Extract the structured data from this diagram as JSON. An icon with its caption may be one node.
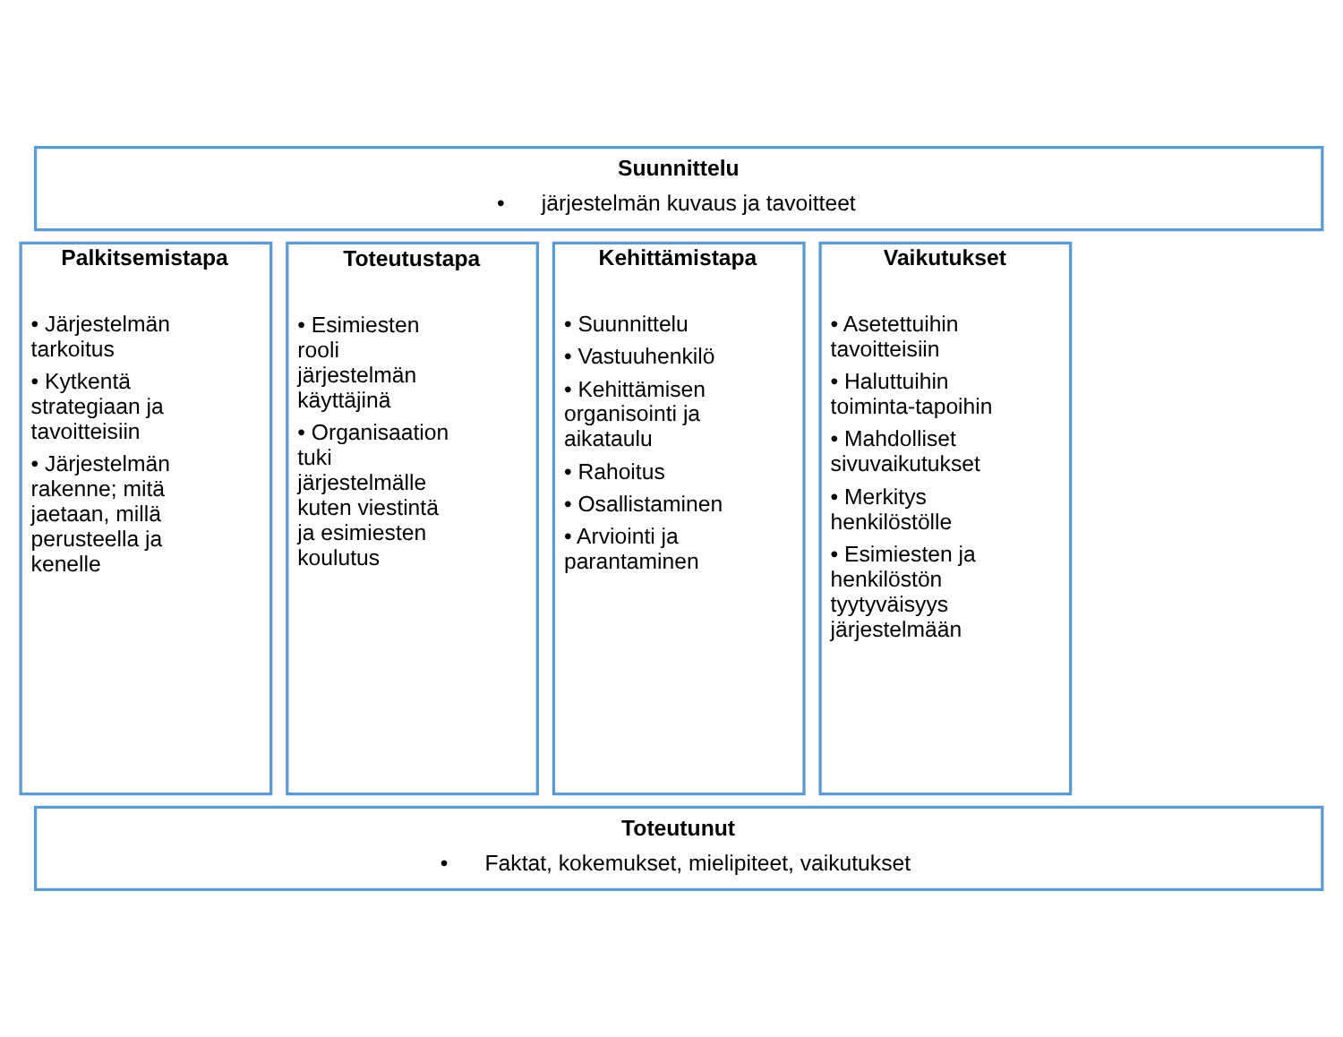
{
  "diagram": {
    "nodes": [
      {
        "text": [
          "Suunnittelu",
          "•      järjestelmän kuvaus ja tavoitteet"
        ]
      },
      {
        "text": [
          "Palkitsemistapa",
          "• Järjestelmän tarkoitus",
          "• Kytkentä strategiaan ja tavoitteisiin",
          "• Järjestelmän rakenne; mitä jaetaan, millä perusteella ja kenelle"
        ]
      },
      {
        "text": [
          "Toteutustapa",
          "• Esimiesten rooli järjestelmän käyttäjinä",
          "• Organisaation tuki järjestelmälle kuten viestintä ja esimiesten koulutus"
        ]
      },
      {
        "text": [
          "Kehittämistapa",
          "• Suunnittelu",
          "• Vastuuhenkilö",
          "• Kehittämisen organisointi ja aikataulu",
          "• Rahoitus",
          "• Osallistaminen",
          "• Arviointi ja parantaminen"
        ]
      },
      {
        "text": [
          "Vaikutukset",
          "• Asetettuihin tavoitteisiin",
          "• Haluttuihin toiminta-tapoihin",
          "• Mahdolliset sivuvaikutukset",
          "• Merkitys henkilöstölle",
          "• Esimiesten ja henkilöstön tyytyväisyys järjestelmään"
        ]
      },
      {
        "text": [
          "Toteutunut",
          "•      Faktat, kokemukset, mielipiteet, vaikutukset"
        ]
      }
    ],
    "edges": []
  }
}
